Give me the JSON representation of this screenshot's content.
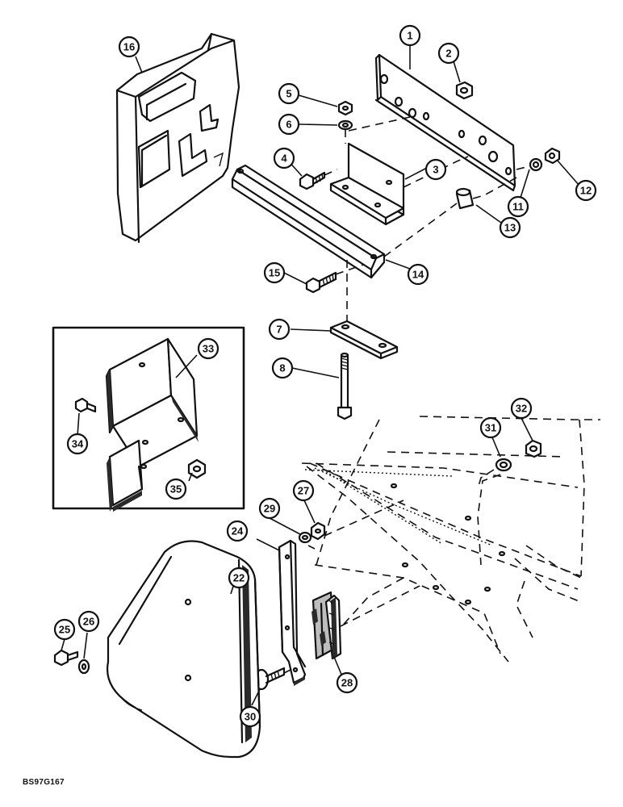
{
  "figure_code": "BS97G167",
  "callouts": [
    {
      "id": "1",
      "label": "1"
    },
    {
      "id": "2",
      "label": "2"
    },
    {
      "id": "3",
      "label": "3"
    },
    {
      "id": "4",
      "label": "4"
    },
    {
      "id": "5",
      "label": "5"
    },
    {
      "id": "6",
      "label": "6"
    },
    {
      "id": "7",
      "label": "7"
    },
    {
      "id": "8",
      "label": "8"
    },
    {
      "id": "11",
      "label": "11"
    },
    {
      "id": "12",
      "label": "12"
    },
    {
      "id": "13",
      "label": "13"
    },
    {
      "id": "14",
      "label": "14"
    },
    {
      "id": "15",
      "label": "15"
    },
    {
      "id": "16",
      "label": "16"
    },
    {
      "id": "22",
      "label": "22"
    },
    {
      "id": "24",
      "label": "24"
    },
    {
      "id": "25",
      "label": "25"
    },
    {
      "id": "26",
      "label": "26"
    },
    {
      "id": "27",
      "label": "27"
    },
    {
      "id": "28",
      "label": "28"
    },
    {
      "id": "29",
      "label": "29"
    },
    {
      "id": "30",
      "label": "30"
    },
    {
      "id": "31",
      "label": "31"
    },
    {
      "id": "32",
      "label": "32"
    },
    {
      "id": "33",
      "label": "33"
    },
    {
      "id": "34",
      "label": "34"
    },
    {
      "id": "35",
      "label": "35"
    }
  ]
}
